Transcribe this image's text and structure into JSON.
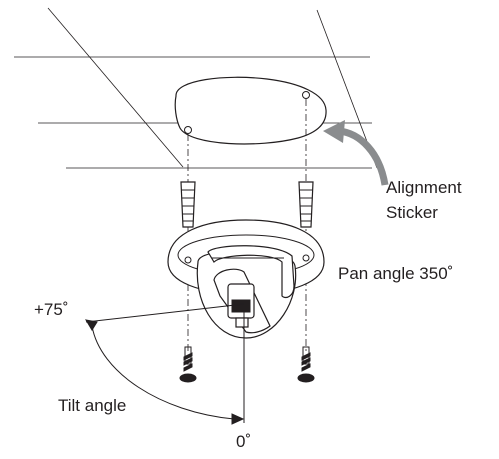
{
  "labels": {
    "alignment_line1": "Alignment",
    "alignment_line2": "Sticker",
    "pan_angle": "Pan angle 350˚",
    "tilt_max": "+75˚",
    "tilt_angle": "Tilt angle",
    "tilt_zero": "0˚"
  },
  "colors": {
    "ink": "#231f20",
    "arrow_gray": "#8a8c8e",
    "background": "#ffffff"
  },
  "icons": {
    "anchor": "wall-anchor-icon",
    "screw": "screw-icon",
    "arrow": "curved-arrow-icon"
  }
}
